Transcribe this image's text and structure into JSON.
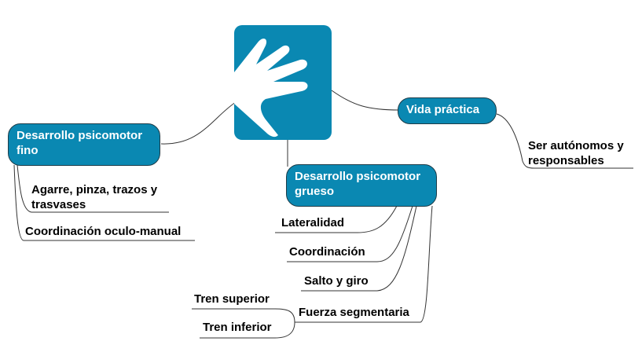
{
  "center": {
    "icon": "hand-icon"
  },
  "branches": [
    {
      "label": "Desarrollo psicomotor fino",
      "line1": "Desarrollo psicomotor",
      "line2": "fino",
      "children": [
        {
          "line1": "Agarre, pinza, trazos y",
          "line2": "trasvases"
        },
        {
          "line1": "Coordinación oculo-manual"
        }
      ]
    },
    {
      "label": "Desarrollo psicomotor grueso",
      "line1": "Desarrollo psicomotor",
      "line2": "grueso",
      "children": [
        {
          "line1": "Lateralidad"
        },
        {
          "line1": "Coordinación"
        },
        {
          "line1": "Salto y giro"
        },
        {
          "line1": "Fuerza segmentaria",
          "children": [
            {
              "line1": "Tren superior"
            },
            {
              "line1": "Tren inferior"
            }
          ]
        }
      ]
    },
    {
      "label": "Vida práctica",
      "line1": "Vida práctica",
      "children": [
        {
          "line1": "Ser autónomos y",
          "line2": "responsables"
        }
      ]
    }
  ],
  "colors": {
    "node": "#0a88b2",
    "line": "#333333"
  }
}
